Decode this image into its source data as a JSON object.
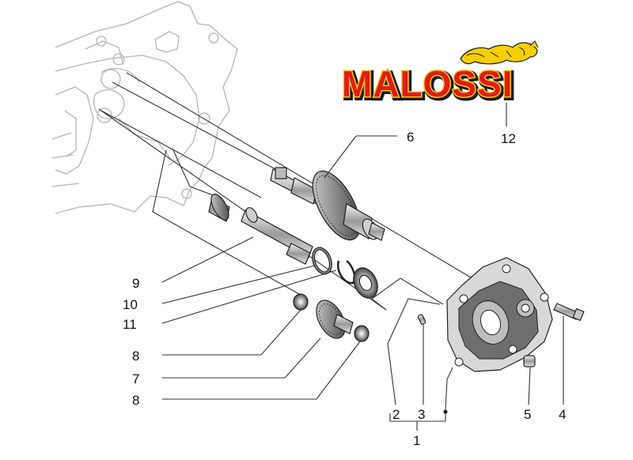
{
  "brand": {
    "logo_text": "MALOSSI",
    "colors": {
      "red": "#e01b1b",
      "yellow": "#f5d000",
      "outline": "#1a1a1a"
    },
    "emblem": "lion-icon"
  },
  "callouts": {
    "c1": "1",
    "c2": "2",
    "c3": "3",
    "c4": "4",
    "c5": "5",
    "c6": "6",
    "c7": "7",
    "c8a": "8",
    "c8b": "8",
    "c9": "9",
    "c10": "10",
    "c11": "11",
    "c12": "12"
  }
}
